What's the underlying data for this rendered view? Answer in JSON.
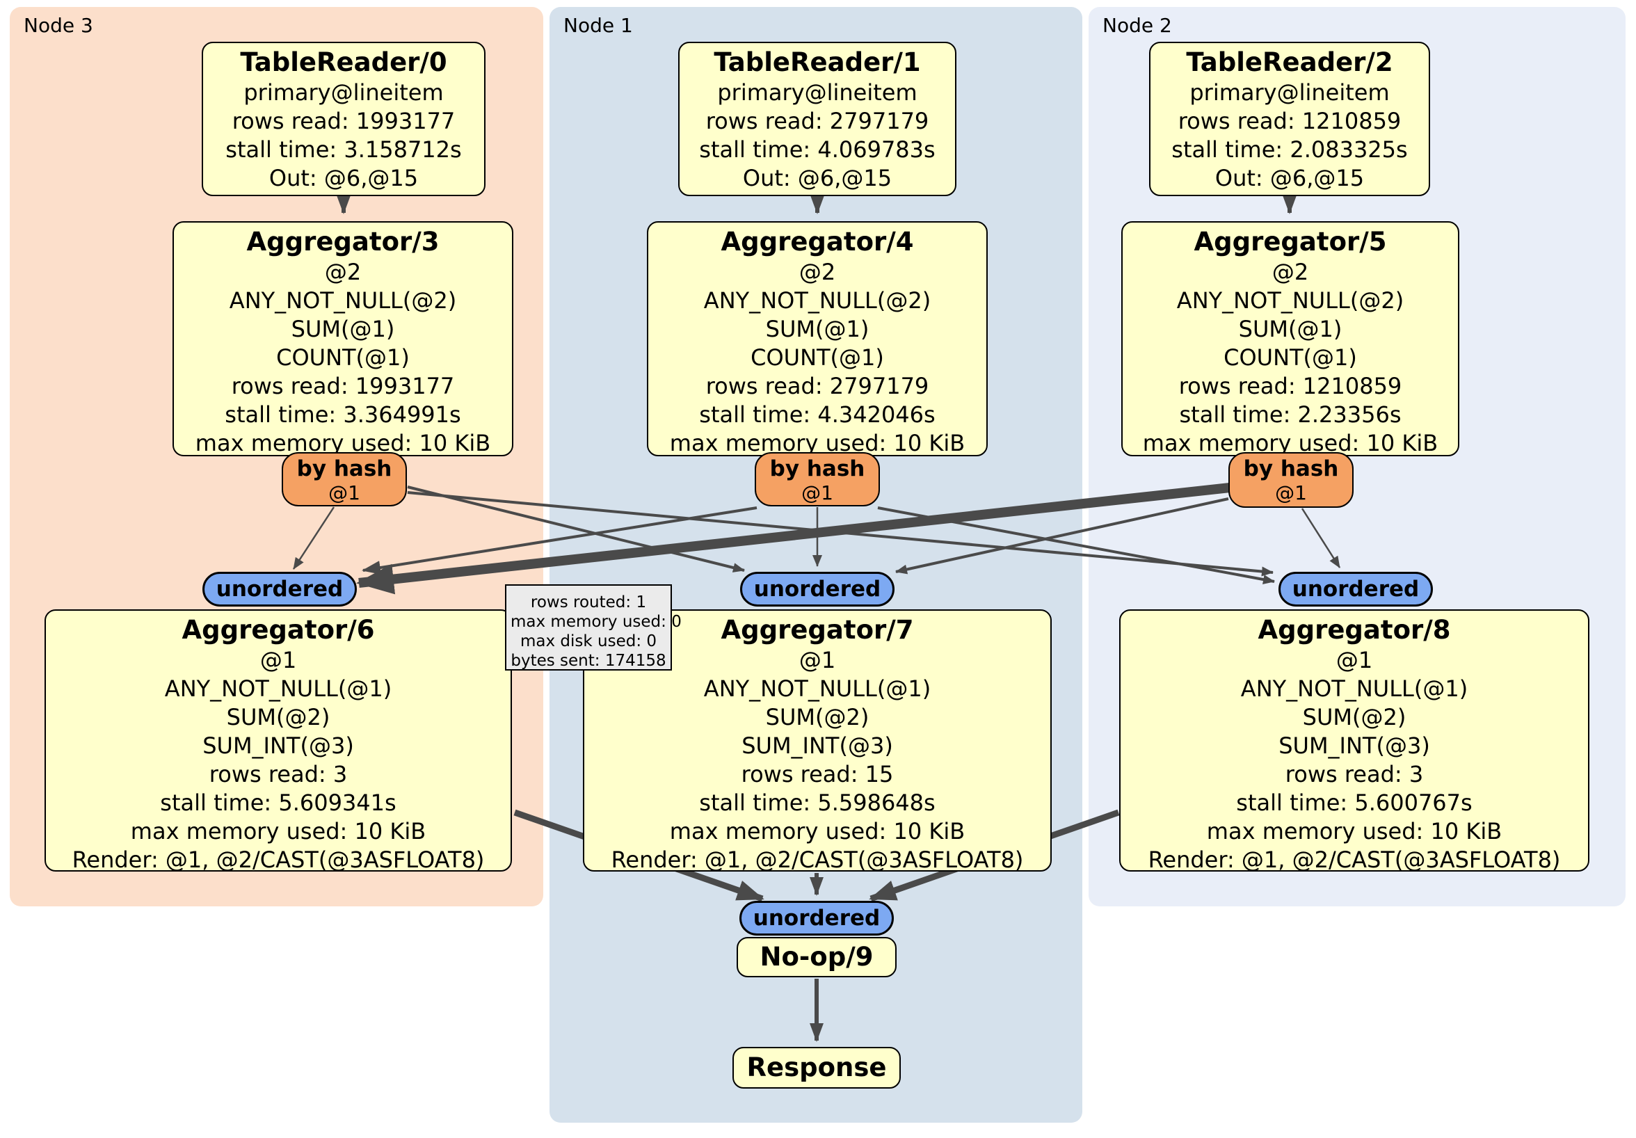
{
  "panels": [
    {
      "id": "node3",
      "label": "Node 3"
    },
    {
      "id": "node1",
      "label": "Node 1"
    },
    {
      "id": "node2",
      "label": "Node 2"
    }
  ],
  "processors": {
    "tr0": {
      "title": "TableReader/0",
      "lines": [
        "primary@lineitem",
        "rows read: 1993177",
        "stall time: 3.158712s",
        "Out: @6,@15"
      ]
    },
    "tr1": {
      "title": "TableReader/1",
      "lines": [
        "primary@lineitem",
        "rows read: 2797179",
        "stall time: 4.069783s",
        "Out: @6,@15"
      ]
    },
    "tr2": {
      "title": "TableReader/2",
      "lines": [
        "primary@lineitem",
        "rows read: 1210859",
        "stall time: 2.083325s",
        "Out: @6,@15"
      ]
    },
    "agg3": {
      "title": "Aggregator/3",
      "lines": [
        "@2",
        "ANY_NOT_NULL(@2)",
        "SUM(@1)",
        "COUNT(@1)",
        "rows read: 1993177",
        "stall time: 3.364991s",
        "max memory used: 10 KiB"
      ]
    },
    "agg4": {
      "title": "Aggregator/4",
      "lines": [
        "@2",
        "ANY_NOT_NULL(@2)",
        "SUM(@1)",
        "COUNT(@1)",
        "rows read: 2797179",
        "stall time: 4.342046s",
        "max memory used: 10 KiB"
      ]
    },
    "agg5": {
      "title": "Aggregator/5",
      "lines": [
        "@2",
        "ANY_NOT_NULL(@2)",
        "SUM(@1)",
        "COUNT(@1)",
        "rows read: 1210859",
        "stall time: 2.23356s",
        "max memory used: 10 KiB"
      ]
    },
    "agg6": {
      "title": "Aggregator/6",
      "lines": [
        "@1",
        "ANY_NOT_NULL(@1)",
        "SUM(@2)",
        "SUM_INT(@3)",
        "rows read: 3",
        "stall time: 5.609341s",
        "max memory used: 10 KiB",
        "Render: @1, @2/CAST(@3ASFLOAT8)"
      ]
    },
    "agg7": {
      "title": "Aggregator/7",
      "lines": [
        "@1",
        "ANY_NOT_NULL(@1)",
        "SUM(@2)",
        "SUM_INT(@3)",
        "rows read: 15",
        "stall time: 5.598648s",
        "max memory used: 10 KiB",
        "Render: @1, @2/CAST(@3ASFLOAT8)"
      ]
    },
    "agg8": {
      "title": "Aggregator/8",
      "lines": [
        "@1",
        "ANY_NOT_NULL(@1)",
        "SUM(@2)",
        "SUM_INT(@3)",
        "rows read: 3",
        "stall time: 5.600767s",
        "max memory used: 10 KiB",
        "Render: @1, @2/CAST(@3ASFLOAT8)"
      ]
    },
    "noop": {
      "title": "No-op/9"
    },
    "response": {
      "title": "Response"
    }
  },
  "routers": {
    "byhash3": {
      "label": "by hash",
      "detail": "@1"
    },
    "byhash4": {
      "label": "by hash",
      "detail": "@1"
    },
    "byhash5": {
      "label": "by hash",
      "detail": "@1"
    }
  },
  "synchronizers": {
    "left": {
      "label": "unordered"
    },
    "mid": {
      "label": "unordered"
    },
    "right": {
      "label": "unordered"
    },
    "bottom": {
      "label": "unordered"
    }
  },
  "tooltip": {
    "lines": [
      "rows routed: 1",
      "max memory used: 0",
      "max disk used: 0",
      "bytes sent: 174158"
    ]
  },
  "colors": {
    "node3_bg": "#fcdfcb",
    "node1_bg": "#d5e1ec",
    "node2_bg": "#e9eef8",
    "box_fill": "#ffffcc",
    "router_fill": "#f5a163",
    "sync_fill": "#7da9f2",
    "tooltip_bg": "#ebebeb",
    "edge_color": "#4a4a4a"
  }
}
